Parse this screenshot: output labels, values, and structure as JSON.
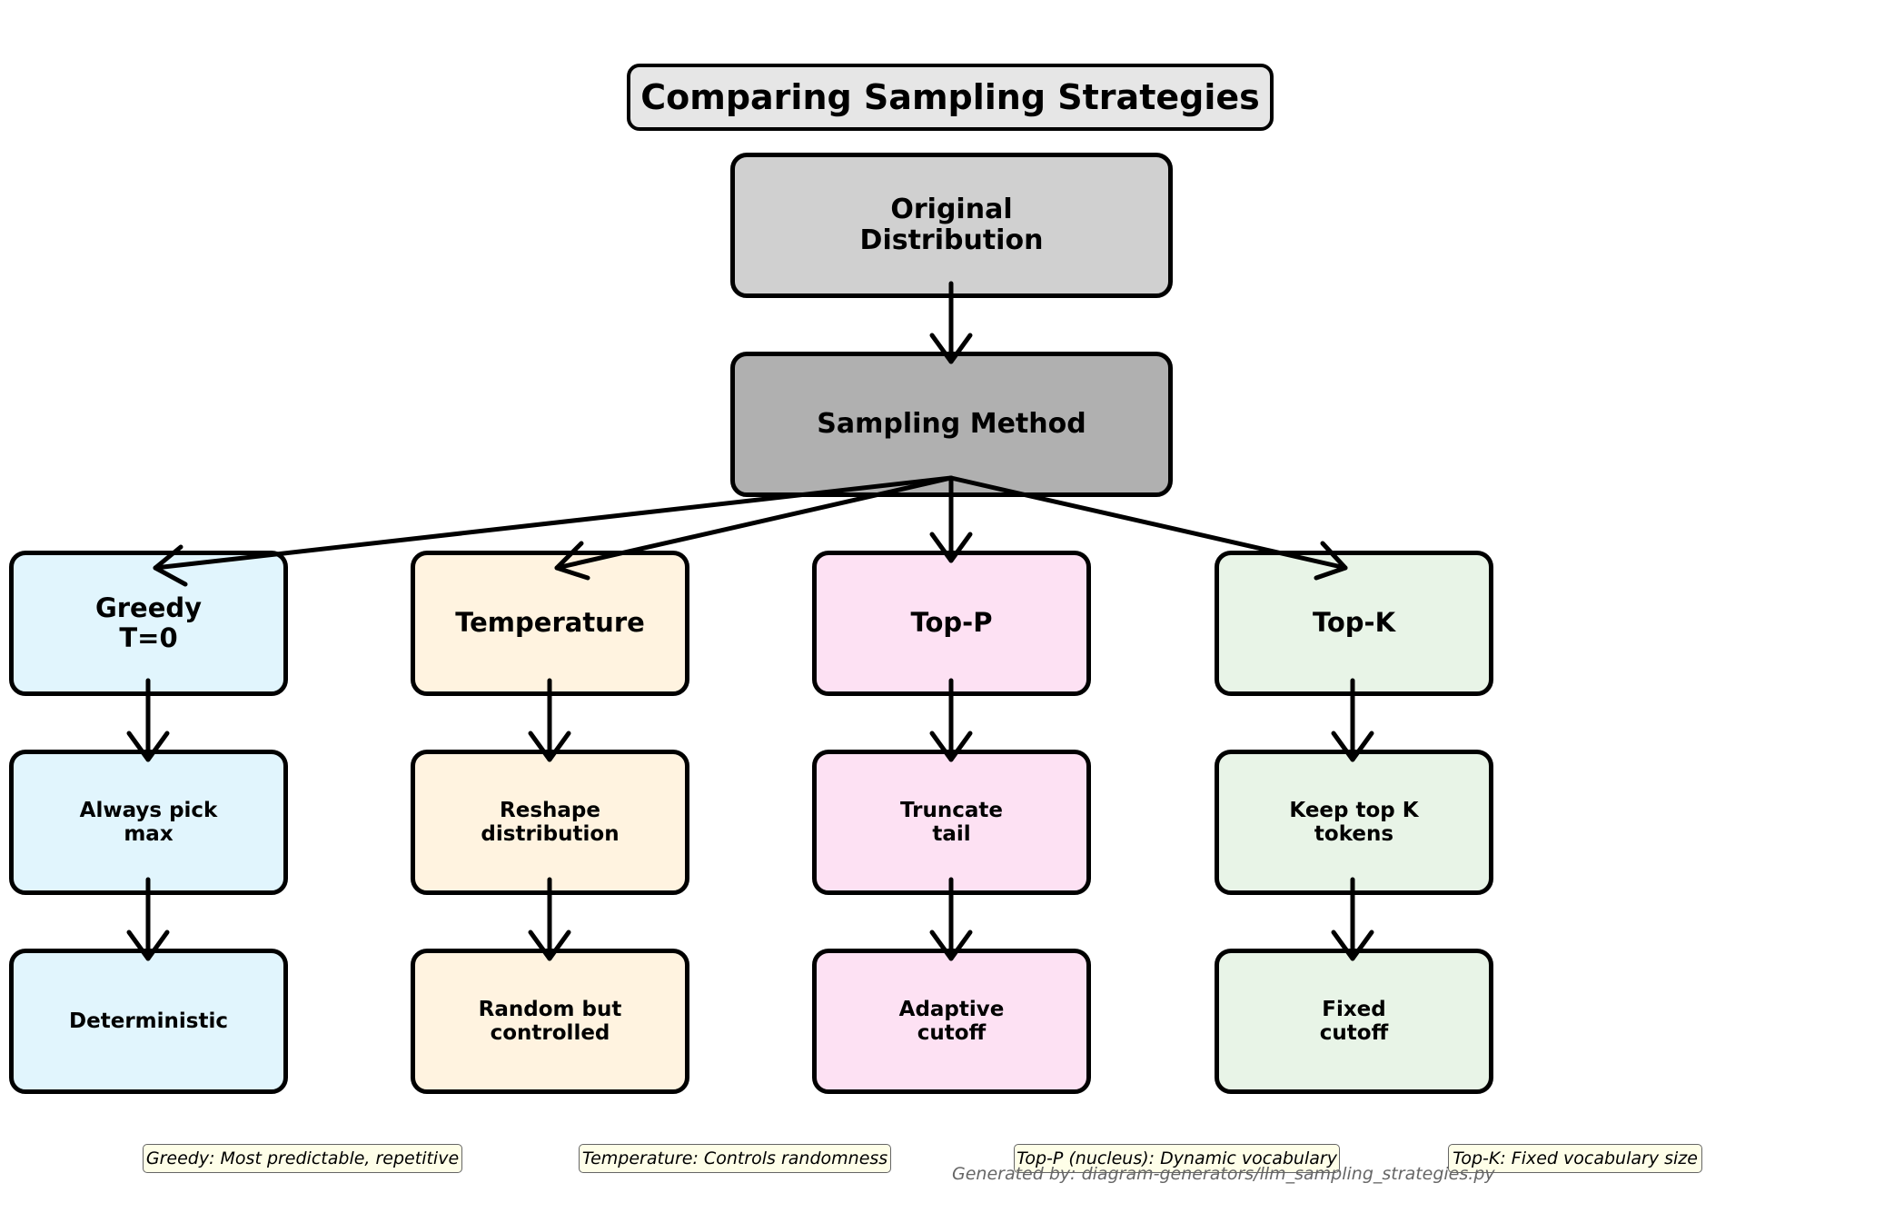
{
  "title": "Comparing Sampling Strategies",
  "nodes": {
    "original": "Original\nDistribution",
    "sampling": "Sampling Method",
    "greedy": {
      "name": "Greedy\nT=0",
      "step": "Always pick\nmax",
      "result": "Deterministic"
    },
    "temperature": {
      "name": "Temperature",
      "step": "Reshape\ndistribution",
      "result": "Random but\ncontrolled"
    },
    "topp": {
      "name": "Top-P",
      "step": "Truncate\ntail",
      "result": "Adaptive\ncutoff"
    },
    "topk": {
      "name": "Top-K",
      "step": "Keep top K\ntokens",
      "result": "Fixed\ncutoff"
    }
  },
  "notes": {
    "greedy": "Greedy: Most predictable, repetitive",
    "temperature": "Temperature: Controls randomness",
    "topp": "Top-P (nucleus): Dynamic vocabulary",
    "topk": "Top-K: Fixed vocabulary size"
  },
  "footer": "Generated by: diagram-generators/llm_sampling_strategies.py",
  "colors": {
    "title_bg": "#e6e6e6",
    "original_bg": "#d0d0d0",
    "sampling_bg": "#b0b0b0",
    "greedy_bg": "#e1f5fd",
    "temperature_bg": "#fff3e0",
    "topp_bg": "#fde1f3",
    "topk_bg": "#e8f4e7",
    "note_bg": "#fefee8"
  }
}
